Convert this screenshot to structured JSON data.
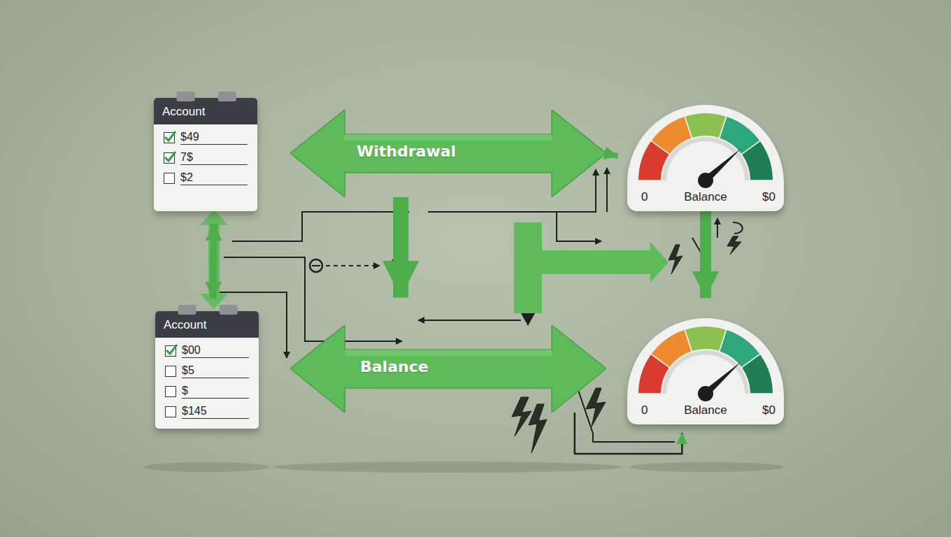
{
  "diagram": {
    "nodes": [
      {
        "text": [
          "Account",
          "$49",
          "7$",
          "$2"
        ]
      },
      {
        "text": [
          "Withdrawal"
        ]
      },
      {
        "text": [
          "0",
          "Balance",
          "$0"
        ]
      },
      {
        "text": [
          "Account",
          "$00",
          "$5",
          "$",
          "$145"
        ]
      },
      {
        "text": [
          "Balance"
        ]
      },
      {
        "text": [
          "0",
          "Balance",
          "$0"
        ]
      }
    ],
    "edges": [
      {
        "from": 0,
        "to": 3,
        "arrow": "both"
      },
      {
        "from": 1,
        "to": 2,
        "arrow": "to"
      },
      {
        "from": 1,
        "to": 4,
        "arrow": "to"
      },
      {
        "from": 2,
        "to": 5,
        "arrow": "to"
      },
      {
        "from": 4,
        "to": 5,
        "arrow": "to"
      }
    ]
  }
}
